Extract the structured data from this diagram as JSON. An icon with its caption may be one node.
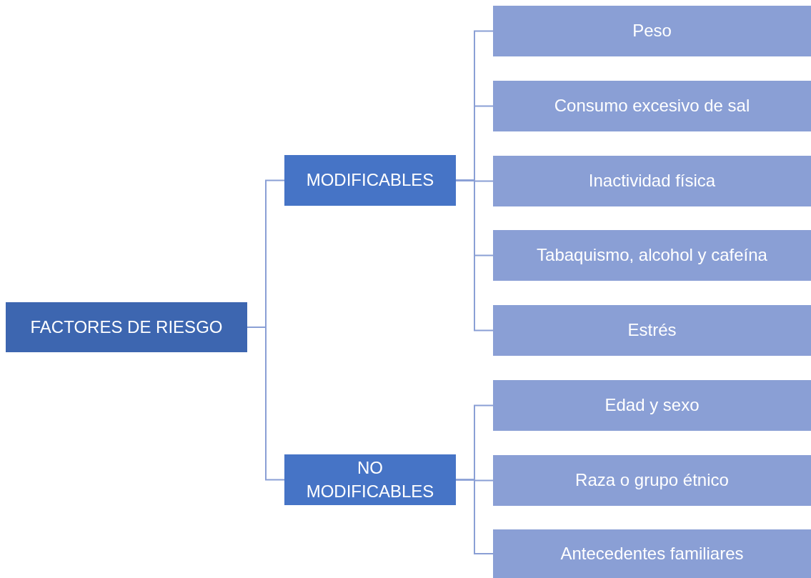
{
  "diagram": {
    "nodes": [
      {
        "text": [
          "FACTORES DE RIESGO"
        ]
      },
      {
        "text": [
          "MODIFICABLES"
        ]
      },
      {
        "text": [
          "NO MODIFICABLES"
        ]
      },
      {
        "text": [
          "Peso"
        ]
      },
      {
        "text": [
          "Consumo excesivo de sal"
        ]
      },
      {
        "text": [
          "Inactividad física"
        ]
      },
      {
        "text": [
          "Tabaquismo, alcohol y cafeína"
        ]
      },
      {
        "text": [
          "Estrés"
        ]
      },
      {
        "text": [
          "Edad y sexo"
        ]
      },
      {
        "text": [
          "Raza o grupo étnico"
        ]
      },
      {
        "text": [
          "Antecedentes familiares"
        ]
      }
    ],
    "edges": [
      {
        "from": 0,
        "to": 1,
        "arrow": "none"
      },
      {
        "from": 0,
        "to": 2,
        "arrow": "none"
      },
      {
        "from": 1,
        "to": 3,
        "arrow": "none"
      },
      {
        "from": 1,
        "to": 4,
        "arrow": "none"
      },
      {
        "from": 1,
        "to": 5,
        "arrow": "none"
      },
      {
        "from": 1,
        "to": 6,
        "arrow": "none"
      },
      {
        "from": 1,
        "to": 7,
        "arrow": "none"
      },
      {
        "from": 2,
        "to": 8,
        "arrow": "none"
      },
      {
        "from": 2,
        "to": 9,
        "arrow": "none"
      },
      {
        "from": 2,
        "to": 10,
        "arrow": "none"
      }
    ]
  }
}
